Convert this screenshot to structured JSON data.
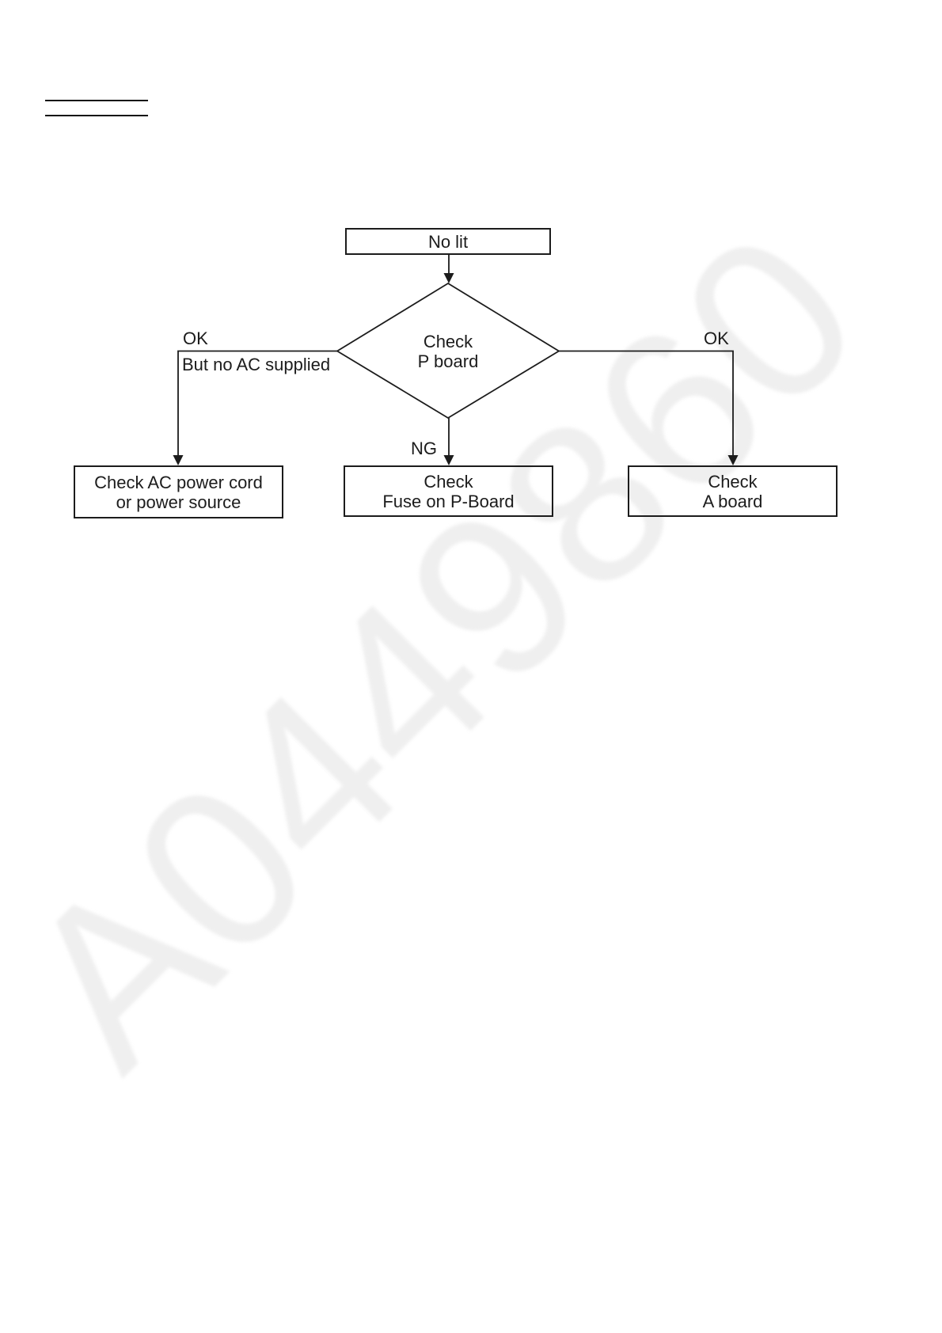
{
  "page": {
    "watermark": "A0449860",
    "ink_color": "#1c1c1c",
    "watermark_color": "#efefef",
    "background_color": "#ffffff"
  },
  "flowchart": {
    "start": {
      "label": "No lit"
    },
    "decision": {
      "line1": "Check",
      "line2": "P board"
    },
    "labels": {
      "left_ok": "OK",
      "left_note": "But no AC supplied",
      "ng": "NG",
      "right_ok": "OK"
    },
    "results": {
      "left": {
        "line1": "Check AC power cord",
        "line2": "or power source"
      },
      "middle": {
        "line1": "Check",
        "line2": "Fuse on P-Board"
      },
      "right": {
        "line1": "Check",
        "line2": "A board"
      }
    }
  }
}
